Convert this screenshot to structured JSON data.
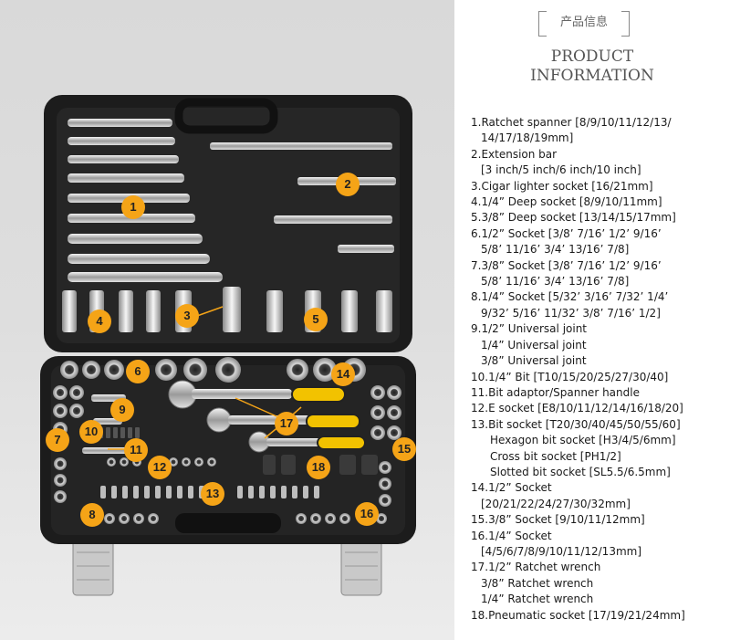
{
  "header": {
    "cn_title": "产品信息",
    "en_title_line1": "PRODUCT",
    "en_title_line2": "INFORMATION"
  },
  "specs": [
    {
      "text": "1.Ratchet spanner [8/9/10/11/12/13/",
      "indent": 0
    },
    {
      "text": "14/17/18/19mm]",
      "indent": 1
    },
    {
      "text": "2.Extension bar",
      "indent": 0
    },
    {
      "text": "[3 inch/5 inch/6 inch/10 inch]",
      "indent": 1
    },
    {
      "text": "3.Cigar lighter socket [16/21mm]",
      "indent": 0
    },
    {
      "text": "4.1/4”  Deep socket [8/9/10/11mm]",
      "indent": 0
    },
    {
      "text": "5.3/8”  Deep socket [13/14/15/17mm]",
      "indent": 0
    },
    {
      "text": "6.1/2”  Socket [3/8’   7/16’   1/2’   9/16’",
      "indent": 0
    },
    {
      "text": "5/8’   11/16’   3/4’   13/16’   7/8]",
      "indent": 1
    },
    {
      "text": "7.3/8”  Socket [3/8’   7/16’   1/2’   9/16’",
      "indent": 0
    },
    {
      "text": "5/8’   11/16’   3/4’   13/16’   7/8]",
      "indent": 1
    },
    {
      "text": "8.1/4”  Socket [5/32’   3/16’   7/32’   1/4’",
      "indent": 0
    },
    {
      "text": "9/32’  5/16’  11/32’   3/8’   7/16’   1/2]",
      "indent": 1
    },
    {
      "text": "9.1/2”  Universal joint",
      "indent": 0
    },
    {
      "text": "1/4”  Universal joint",
      "indent": 1
    },
    {
      "text": "3/8”  Universal joint",
      "indent": 1
    },
    {
      "text": "10.1/4”   Bit [T10/15/20/25/27/30/40]",
      "indent": 0
    },
    {
      "text": "11.Bit adaptor/Spanner handle",
      "indent": 0
    },
    {
      "text": "12.E socket [E8/10/11/12/14/16/18/20]",
      "indent": 0
    },
    {
      "text": "13.Bit socket [T20/30/40/45/50/55/60]",
      "indent": 0
    },
    {
      "text": "Hexagon bit socket [H3/4/5/6mm]",
      "indent": 2
    },
    {
      "text": "Cross bit socket [PH1/2]",
      "indent": 2
    },
    {
      "text": "Slotted bit socket [SL5.5/6.5mm]",
      "indent": 2
    },
    {
      "text": "14.1/2”  Socket",
      "indent": 0
    },
    {
      "text": "[20/21/22/24/27/30/32mm]",
      "indent": 1
    },
    {
      "text": "15.3/8”  Socket [9/10/11/12mm]",
      "indent": 0
    },
    {
      "text": "16.1/4”  Socket",
      "indent": 0
    },
    {
      "text": "[4/5/6/7/8/9/10/11/12/13mm]",
      "indent": 1
    },
    {
      "text": "17.1/2”  Ratchet wrench",
      "indent": 0
    },
    {
      "text": "3/8”   Ratchet wrench",
      "indent": 1
    },
    {
      "text": "1/4”   Ratchet wrench",
      "indent": 1
    },
    {
      "text": "18.Pneumatic socket [17/19/21/24mm]",
      "indent": 0
    }
  ],
  "markers": [
    "1",
    "2",
    "3",
    "4",
    "5",
    "6",
    "7",
    "8",
    "9",
    "10",
    "11",
    "12",
    "13",
    "14",
    "15",
    "16",
    "17",
    "18"
  ],
  "colors": {
    "marker": "#f5a417",
    "case": "#1c1c1c",
    "handle_yellow": "#f2c200"
  }
}
